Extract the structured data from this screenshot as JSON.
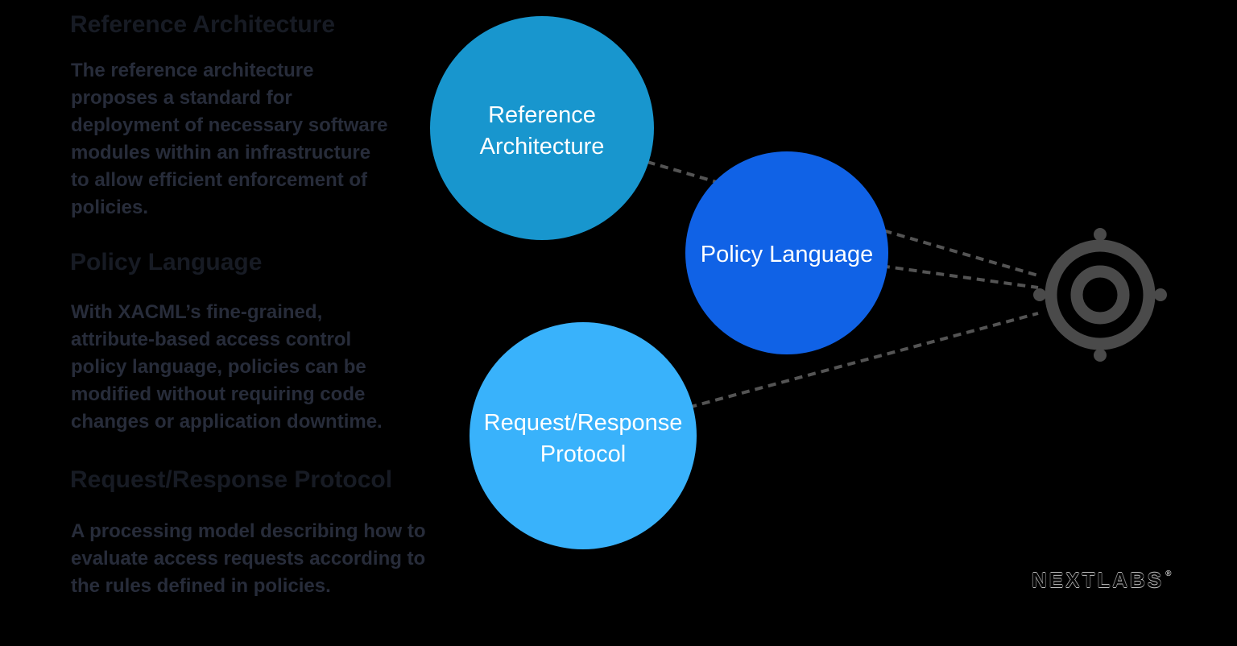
{
  "background_color": "#000000",
  "sections": [
    {
      "heading": "Reference Architecture",
      "body_lines": [
        "The reference architecture",
        "proposes a standard for",
        "deployment of necessary software",
        "modules within an infrastructure",
        "to allow efficient enforcement of",
        "policies."
      ]
    },
    {
      "heading": "Policy Language",
      "body_lines": [
        "With XACML’s fine-grained,",
        "attribute-based access control",
        "policy language, policies can be",
        "modified without requiring code",
        "changes or application downtime."
      ]
    },
    {
      "heading": "Request/Response Protocol",
      "body_lines": [
        "A processing model describing how to",
        "evaluate access requests according to",
        "the rules defined in policies."
      ]
    }
  ],
  "diagram": {
    "nodes": [
      {
        "id": "reference-architecture",
        "label_lines": [
          "Reference",
          "Architecture"
        ],
        "color": "#1896ce"
      },
      {
        "id": "policy-language",
        "label_lines": [
          "Policy Language"
        ],
        "color": "#1062e6"
      },
      {
        "id": "request-response-protocol",
        "label_lines": [
          "Request/Response",
          "Protocol"
        ],
        "color": "#39b2fb"
      }
    ],
    "connector_color": "#545454",
    "label_text_color": "#ffffff",
    "target_icon": {
      "name": "crosshair-target-icon",
      "color": "#4a4a4a"
    }
  },
  "branding": {
    "logo_text": "NEXTLABS",
    "registered_mark": "®",
    "logo_color": "#060606"
  }
}
